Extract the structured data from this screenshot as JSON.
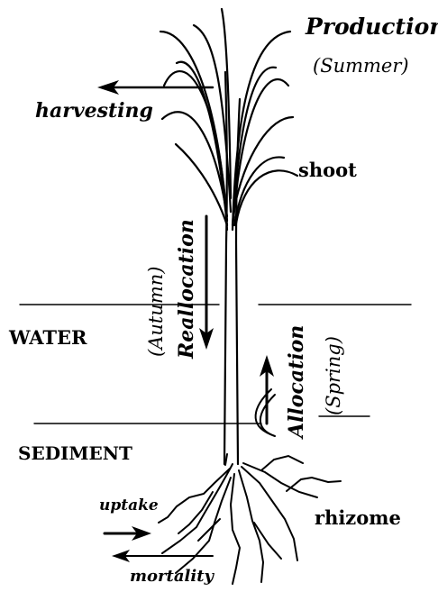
{
  "labels": {
    "production": "Production",
    "summer": "(Summer)",
    "harvesting": "harvesting",
    "shoot": "shoot",
    "autumn": "(Autumn)",
    "reallocation": "Reallocation",
    "allocation": "Allocation",
    "spring": "(Spring)",
    "water": "WATER",
    "sediment": "SEDIMENT",
    "uptake": "uptake",
    "rhizome": "rhizome",
    "mortality": "mortality"
  }
}
